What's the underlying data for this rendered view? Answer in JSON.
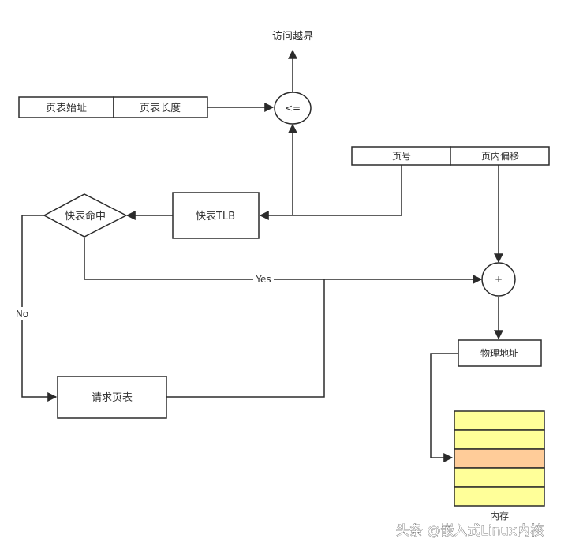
{
  "nodes": {
    "out_of_bounds": "访问越界",
    "table_base": "页表始址",
    "table_length": "页表长度",
    "compare": "<=",
    "page_number": "页号",
    "page_offset": "页内偏移",
    "tlb_hit": "快表命中",
    "tlb": "快表TLB",
    "adder": "+",
    "request_table": "请求页表",
    "physical_address": "物理地址",
    "memory": "内存"
  },
  "edges": {
    "yes": "Yes",
    "no": "No"
  },
  "memory_rows": 5,
  "highlight_row": 3,
  "colors": {
    "stroke": "#2b2b2b",
    "memory_row": "#ffff99",
    "memory_highlight": "#ffcc99",
    "label_text": "#333333"
  },
  "watermark": "头条 @嵌入式Linux内核"
}
